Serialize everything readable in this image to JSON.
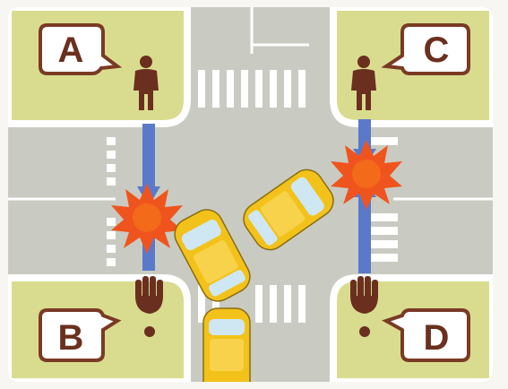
{
  "labels": {
    "a": "A",
    "b": "B",
    "c": "C",
    "d": "D"
  },
  "colors": {
    "road": "#c9cbc2",
    "corner_block": "#d9dc8f",
    "curb": "#ffffff",
    "bubble_fill": "#ffffff",
    "bubble_border": "#7a3a24",
    "label_text": "#6b2f1f",
    "person": "#6b2f1f",
    "arrow": "#5b79c9",
    "crash": "#f0541e",
    "car_body": "#f2c21b",
    "car_window": "#cfe7f3"
  },
  "icons": {
    "person_a": "person-standing-icon",
    "person_b": "hand-stop-icon",
    "person_c": "person-standing-icon",
    "person_d": "hand-stop-icon",
    "collision": "collision-burst-icon",
    "car": "car-topview-icon"
  }
}
